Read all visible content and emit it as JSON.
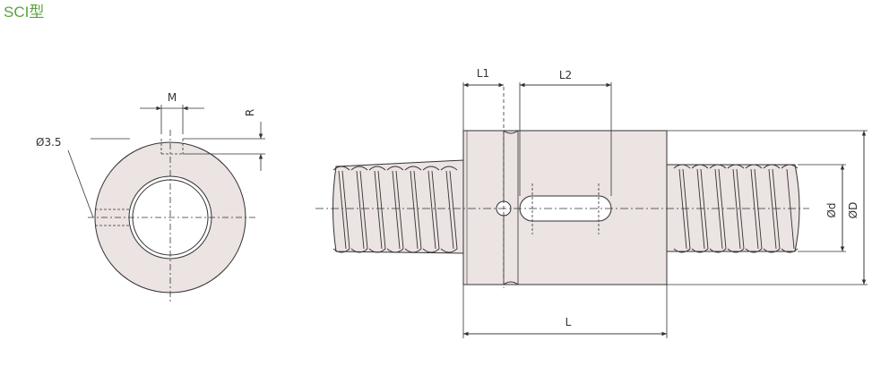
{
  "title": "SCI型",
  "labels": {
    "m": "M",
    "r": "R",
    "hole_dia": "Ø3.5",
    "l1": "L1",
    "l2": "L2",
    "l": "L",
    "d_small": "Ød",
    "d_large": "ØD"
  },
  "colors": {
    "title": "#5aa33c",
    "line": "#333333",
    "body_fill": "#ebe3e3"
  }
}
